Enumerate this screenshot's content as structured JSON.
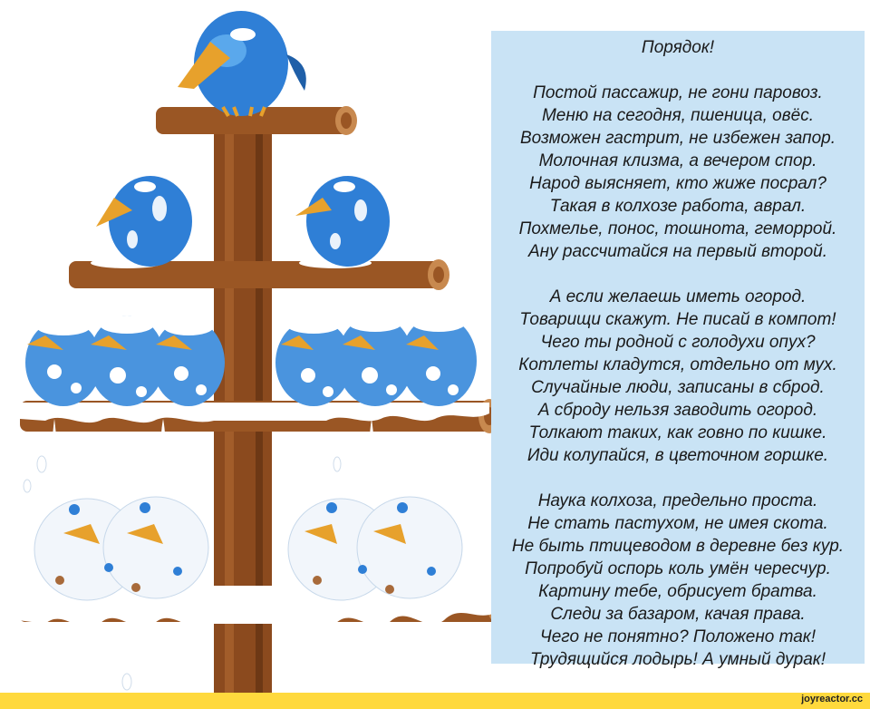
{
  "poem": {
    "title": "Порядок!",
    "stanzas": [
      [
        "Постой пассажир, не гони паровоз.",
        "Меню на сегодня, пшеница, овёс.",
        "Возможен гастрит, не избежен запор.",
        "Молочная клизма, а вечером спор.",
        "Народ выясняет, кто жиже посрал?",
        "Такая в колхозе работа, аврал.",
        "Похмелье, понос, тошнота, геморрой.",
        "Ану рассчитайся на первый второй."
      ],
      [
        "А если желаешь иметь огород.",
        "Товарищи скажут. Не писай в компот!",
        "Чего ты родной с голодухи опух?",
        "Котлеты кладутся, отдельно от мух.",
        "Случайные люди, записаны в сброд.",
        "А сброду нельзя заводить огород.",
        "Толкают таких, как говно по кишке.",
        "Иди колупайся, в цветочном горшке."
      ],
      [
        "Наука колхоза, предельно проста.",
        "Не стать пастухом, не имея скота.",
        "Не быть птицеводом в деревне без кур.",
        "Попробуй оспорь коль умён чересчур.",
        "Картину тебе, обрисует братва.",
        "Следи за базаром, качая права.",
        "Чего не понятно? Положено так!",
        "Трудящийся лодырь! А умный дурак!"
      ]
    ]
  },
  "watermark": "joyreactor.cc",
  "colors": {
    "poem_panel_bg": "#c9e3f5",
    "bird_blue": "#2f7fd6",
    "trunk_brown": "#8b4a1e",
    "footer_yellow": "#ffd93d"
  }
}
